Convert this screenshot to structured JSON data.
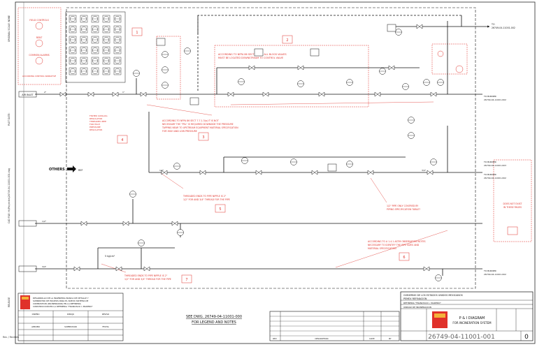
{
  "sheet": {
    "left_margin": [
      "ORIGINAL SCALE: NONE",
      "CAD FILE: H:\\Proyectos\\26749-04-11001-001.dwg",
      "PLOT DATE:",
      "RELEASE"
    ],
    "bottom_left": "Rev. / Revisión"
  },
  "legend": {
    "labels": [
      "FIELD CONTROLS",
      "RENT",
      "COMMON ALARMS",
      "ACCORDING CONTROL NARRATIVE"
    ]
  },
  "tags": {
    "box1": "1",
    "box2": "2",
    "box3": "3",
    "box4": "4",
    "box5": "5",
    "box6": "6",
    "box7": "7"
  },
  "lines": {
    "air_inlet": "AIR INLET",
    "other": "OTHERS",
    "ref_left": "REF",
    "top_right": "TO",
    "top_right_ref": "26749-04-11001-002",
    "row1_right_a": "TO BURNER",
    "row1_right_b": "26749-04-11001-002",
    "row2_right_a": "TO BURNER",
    "row2_right_b": "26749-04-11001-002",
    "row4_right_a": "TO BURNER",
    "row4_right_b": "26749-04-11001-002",
    "ubu_right_a": "TO BURNER",
    "ubu_right_b": "26749-04-11001-003",
    "seg_1": "1/2\"",
    "seg_2": "3/4\"",
    "seg_3": "1\"",
    "seg_4": "2\"",
    "pressure": "5 kg/cm²"
  },
  "notes": {
    "n1": "ACCORDING TO NFPA 86 SECT 8.7.3.1 ALL BLOCK VALVES",
    "n1b": "MUST BE LOCATED DOWNSTREAM TO CONTROL VALVE",
    "n2": "FISHER CATALOG",
    "n2b": "REGULATOR",
    "n2c": "THREADED PIPE",
    "n2d": "FOR HIGH",
    "n2e": "PRESSURE",
    "n2f": "REGULATOR",
    "n3": "ACCORDING TO NFPA 86 SECT 7.7.1.3(a) IT IS NOT",
    "n3b": "NECESSARY THE \"PSL\" IS REQUIRED DOWNSIDE THE PRESSURE",
    "n3c": "TAPPING NEAR TO UPSTREAM EQUIPMENT MATERIAL SPECIFICATION",
    "n3d": "FOR HIGH AND LOW PRESSURE",
    "n4": "THREADED ENDS TO PIPE NIPPLE IS 2\"",
    "n4b": "1/2\" FOR AND 3/4\" THREAD FOR THE PIPE",
    "n5": "1/2\" PIPE ONLY COVERED BY",
    "n5b": "PIPING SPECIFICATION TABLE?",
    "n6": "ACCORDING TO A 1.4.1 ASTM OBSERVATION NOTES",
    "n6b": "NECESSARY TO IDENTIFY THE PIPE SIZES AND",
    "n6c": "MATERIAL SPECIFICATION",
    "n7": "THREADED ENDS TO PIPE NIPPLE IS 2\"",
    "n7b": "1/2\" FOR AND 3/4\" THREAD FOR THE PIPE",
    "n8": "DOES NOT EXIST",
    "n8b": "IN THESE PAGES"
  },
  "center_ref": {
    "line1": "SEE DWG. 26749-04-11001-000",
    "line2": "FOR LEGEND AND NOTES"
  },
  "titleblock_left": {
    "line1": "DESARROLLO DE LA INGENIERIA BASICA DE DETALLE Y",
    "line2": "SUMINISTRO DE EQUIPOS PARA EL NUEVO SISTEMA DE",
    "line3": "COMBUSTION (INCINERADOR) EN LA REFINERIA",
    "line4": "CONSTRUCCION EN LA REFINERIA \"FRANCISCO I. MADERO\"",
    "cells": [
      "DISEÑO",
      "DIBUJO",
      "REVISO",
      "APROBO",
      "SUPERVISOR",
      "FECHA"
    ]
  },
  "titleblock_right": {
    "line1": "GOBIERNO DE LOS ESTADOS UNIDOS MEXICANOS",
    "line2": "PEMEX REFINACION",
    "line3": "REFINERIA \"FRANCISCO I. MADERO\"",
    "line4": "UNIDAD DE INCINERACION",
    "doc_title": "P & I DIAGRAM",
    "doc_sub": "FOR INCINERATION SYSTEM",
    "drawing_number": "26749-04-11001-001",
    "rev": "0"
  },
  "revisions": {
    "header": [
      "REV",
      "DESCRIPTION",
      "DATE",
      "BY"
    ]
  }
}
